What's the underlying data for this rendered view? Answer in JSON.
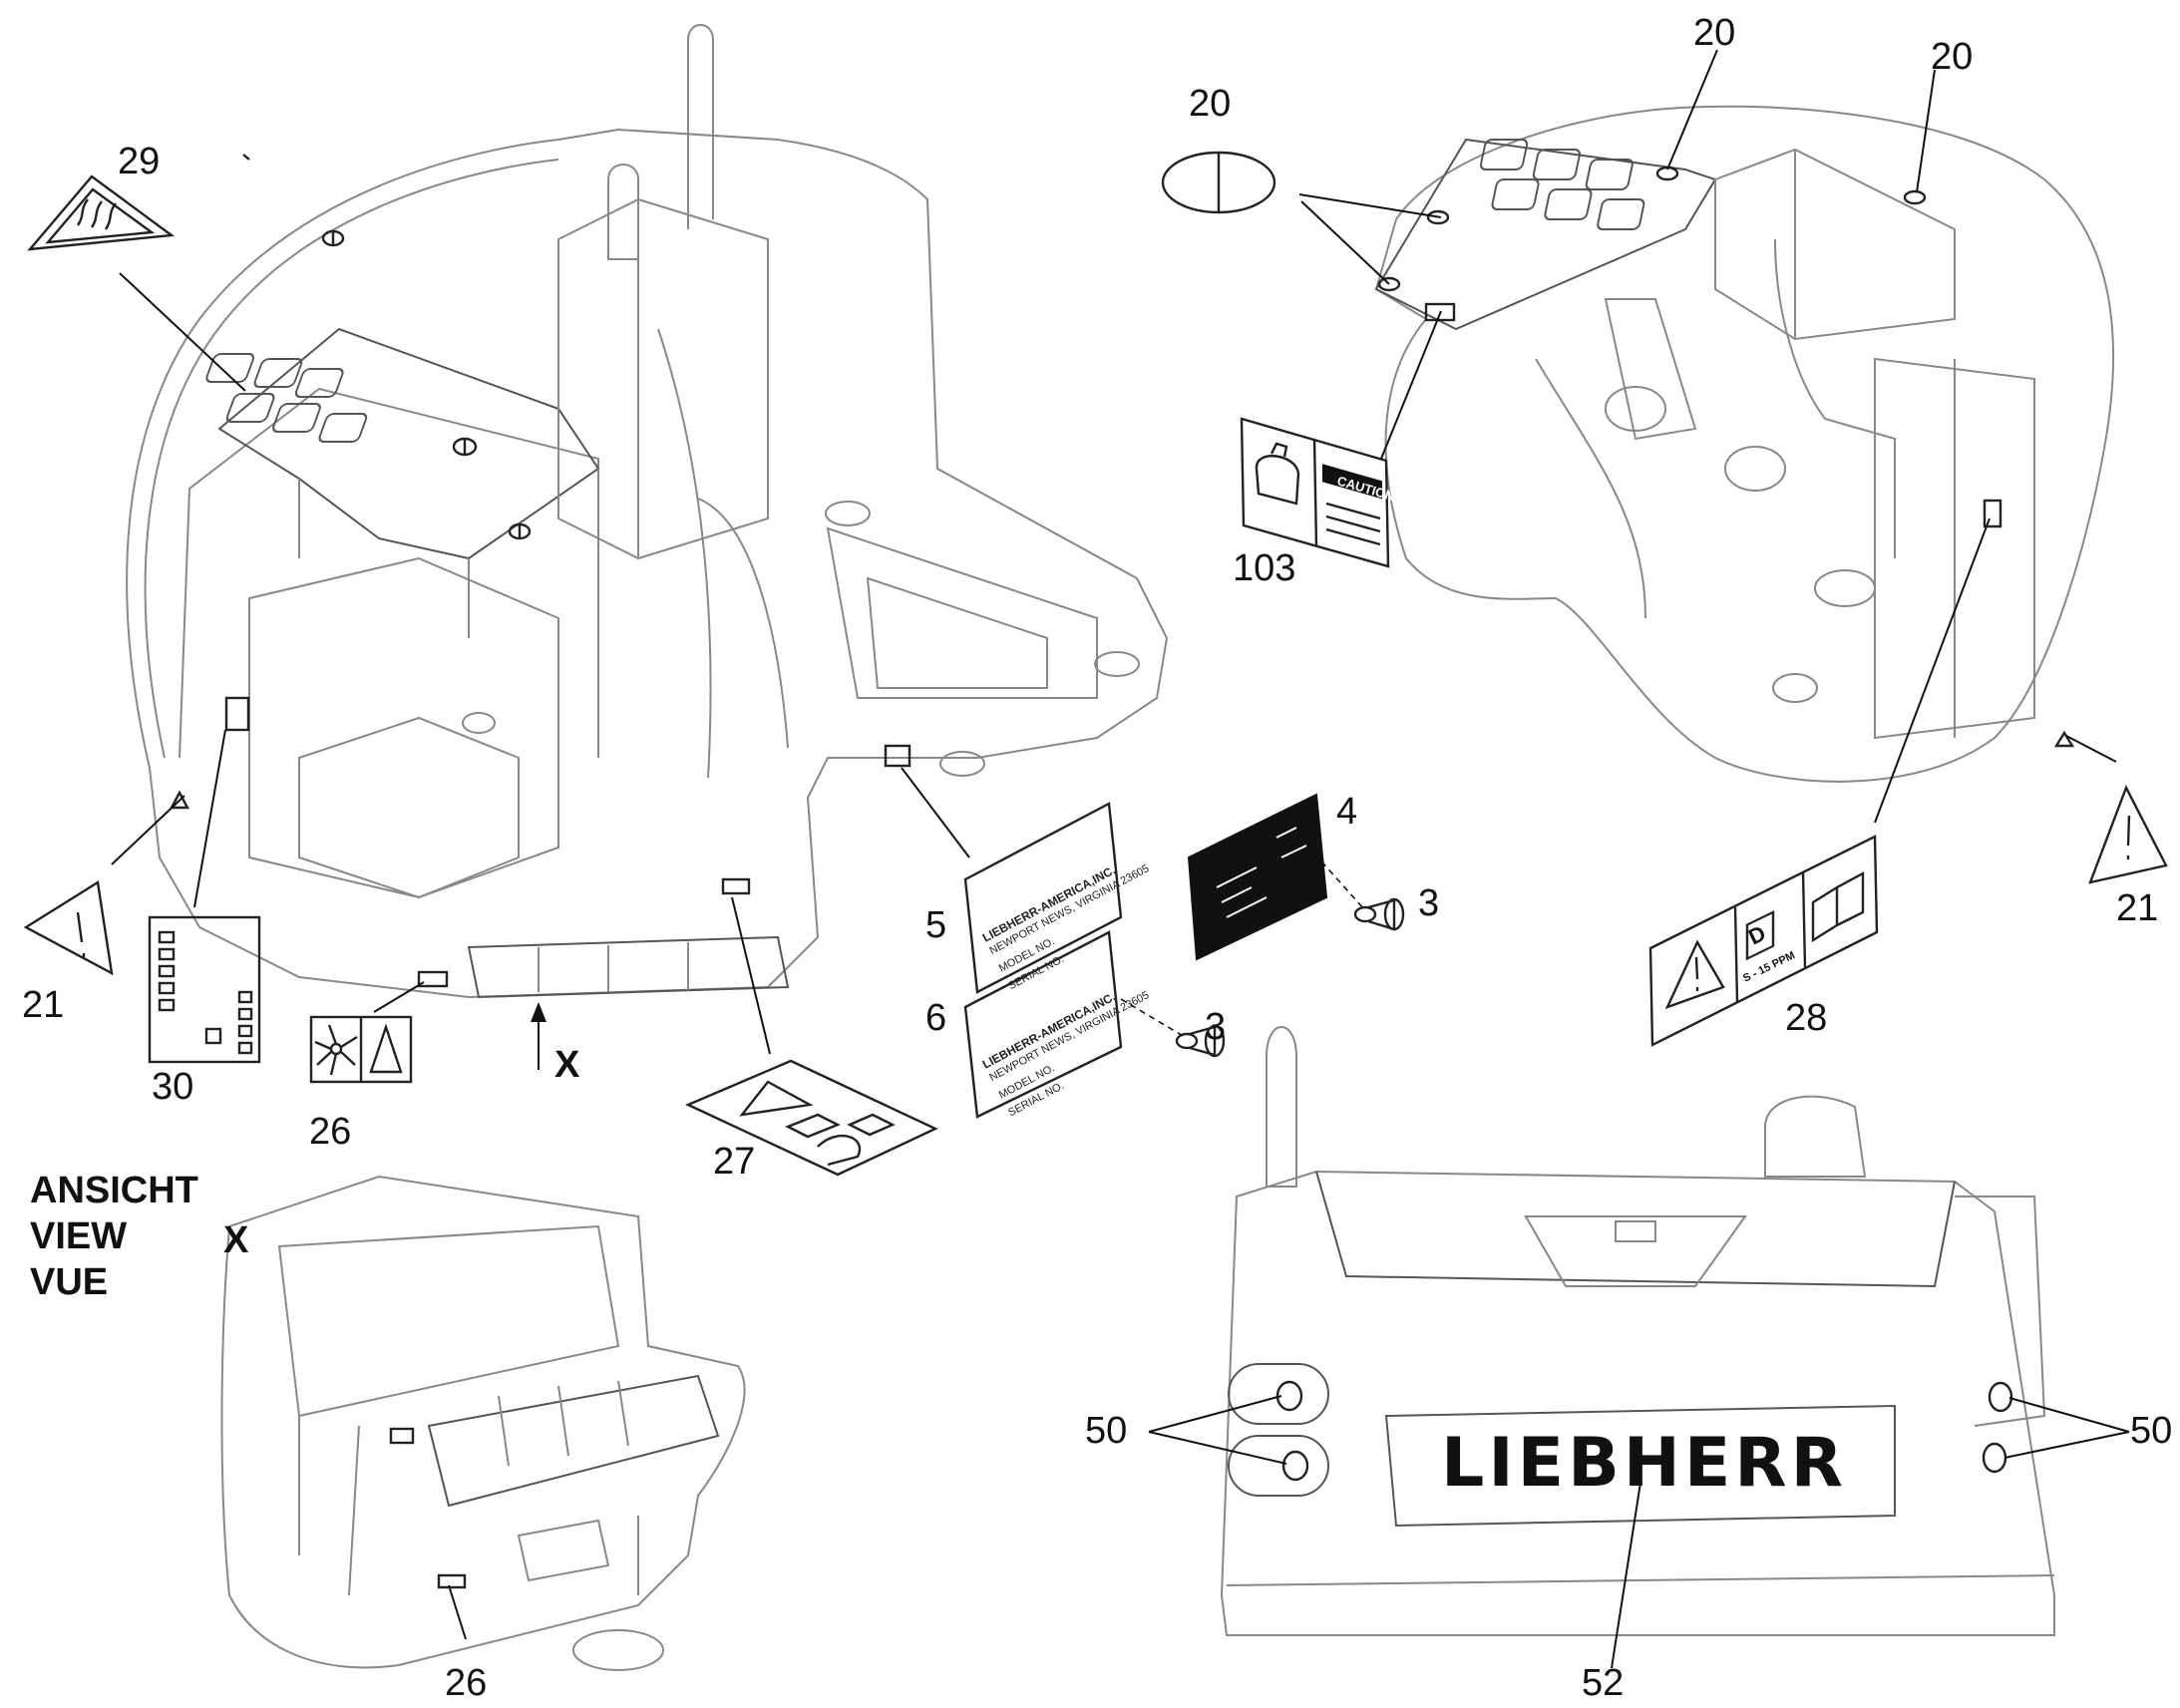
{
  "callouts": {
    "c29": "29",
    "c21_left": "21",
    "c30": "30",
    "c26_top": "26",
    "c27": "27",
    "c5": "5",
    "c6": "6",
    "c4": "4",
    "c3_upper": "3",
    "c3_lower": "3",
    "c20_symbol": "20",
    "c20_a": "20",
    "c20_b": "20",
    "c103": "103",
    "c28": "28",
    "c21_right": "21",
    "c50_left": "50",
    "c50_right": "50",
    "c52": "52",
    "c26_bottom": "26"
  },
  "view_marker": {
    "letter": "X",
    "arrow_label": "X"
  },
  "view_heading": {
    "line1": "ANSICHT",
    "line2": "VIEW",
    "line3": "VUE"
  },
  "decals": {
    "plate_5": {
      "line1": "LIEBHERR-AMERICA,INC.",
      "line2": "NEWPORT NEWS, VIRGINIA 23605",
      "line3": "MODEL NO.",
      "line4": "SERIAL NO."
    },
    "plate_6": {
      "line1": "LIEBHERR-AMERICA,INC.",
      "line2": "NEWPORT NEWS, VIRGINIA 23605",
      "line3": "MODEL NO.",
      "line4": "SERIAL NO."
    },
    "caution_103": {
      "caution": "CAUTION"
    },
    "fuel_28": {
      "letter": "D",
      "spec": "S - 15 PPM"
    },
    "brand_52": {
      "text": "LIEBHERR"
    }
  },
  "icons": {
    "warning": "warning-triangle-icon",
    "hot_surface": "hot-surface-icon",
    "fan": "fan-icon",
    "manual": "manual-book-icon",
    "fuel": "fuel-pump-icon",
    "coolant": "coolant-tank-icon"
  }
}
